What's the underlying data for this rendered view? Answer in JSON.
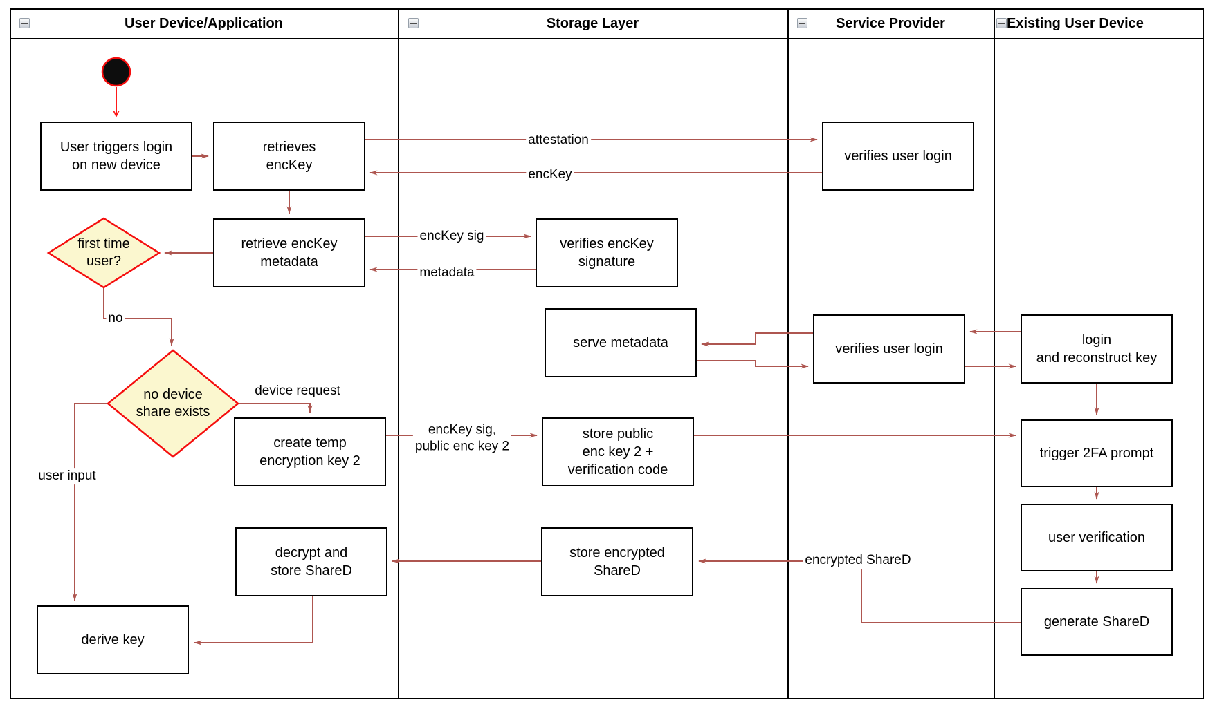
{
  "lanes": [
    {
      "title": "User Device/Application"
    },
    {
      "title": "Storage Layer"
    },
    {
      "title": "Service Provider"
    },
    {
      "title": "Existing User Device"
    }
  ],
  "nodes": {
    "user_triggers_login": {
      "label": "User triggers login\non new device"
    },
    "retrieves_enckey": {
      "label": "retrieves\nencKey"
    },
    "retrieve_enckey_metadata": {
      "label": "retrieve encKey\nmetadata"
    },
    "first_time_user": {
      "label": "first time\nuser?"
    },
    "no_device_share": {
      "label": "no device\nshare exists"
    },
    "create_temp_key": {
      "label": "create temp\nencryption key 2"
    },
    "decrypt_store_shared": {
      "label": "decrypt and\nstore ShareD"
    },
    "derive_key": {
      "label": "derive key"
    },
    "verifies_enckey_signature": {
      "label": "verifies encKey\nsignature"
    },
    "serve_metadata": {
      "label": "serve metadata"
    },
    "store_public_enc_key": {
      "label": "store public\nenc key 2 +\nverification code"
    },
    "store_encrypted_shared": {
      "label": "store encrypted\nShareD"
    },
    "verifies_user_login_top": {
      "label": "verifies user login"
    },
    "verifies_user_login_mid": {
      "label": "verifies user login"
    },
    "login_reconstruct_key": {
      "label": "login\nand reconstruct key"
    },
    "trigger_2fa": {
      "label": "trigger 2FA prompt"
    },
    "user_verification": {
      "label": "user verification"
    },
    "generate_shared": {
      "label": "generate ShareD"
    }
  },
  "edge_labels": {
    "attestation": "attestation",
    "enckey": "encKey",
    "enckey_sig": "encKey sig",
    "metadata": "metadata",
    "no": "no",
    "device_request": "device request",
    "user_input": "user input",
    "enckey_sig_public": "encKey sig,\npublic enc key 2",
    "encrypted_shared": "encrypted ShareD"
  },
  "colors": {
    "edge": "#AE5650",
    "start_accent": "#FF1A1A",
    "decision_fill": "#FBF7CF",
    "decision_border": "#F50D0D",
    "node_border": "#000000"
  }
}
